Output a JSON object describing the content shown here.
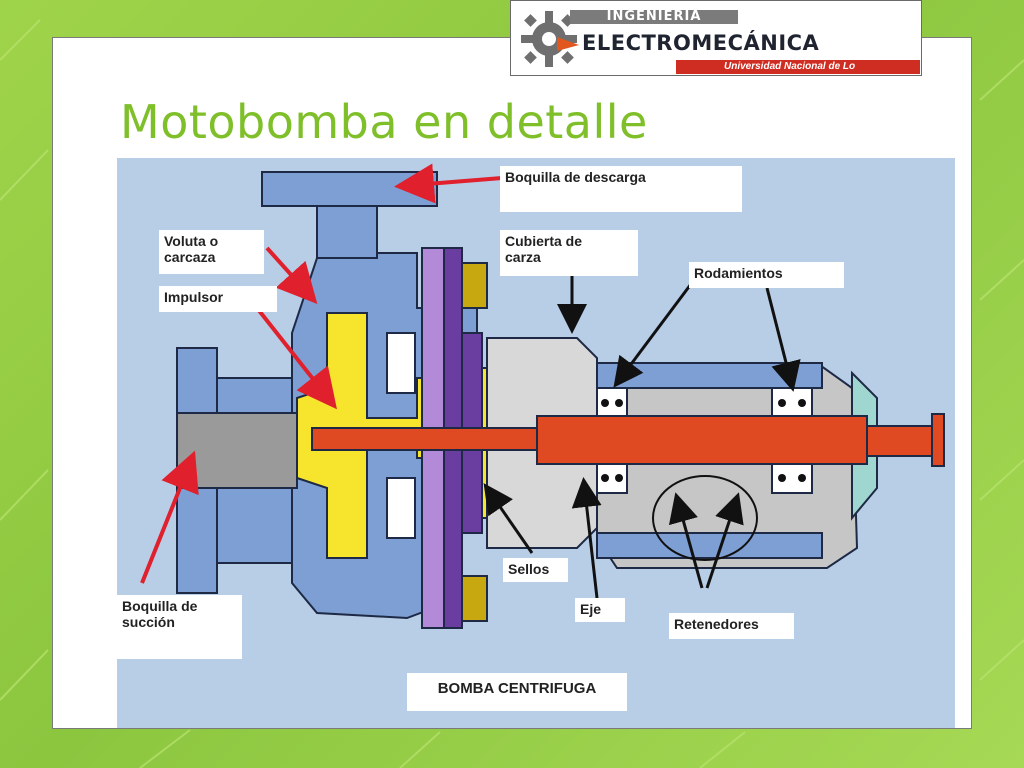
{
  "slide": {
    "title": "Motobomba en detalle"
  },
  "logo": {
    "line_top": "INGENIERIA",
    "line_main": "ELECTROMECÁNICA",
    "strip_text": "Universidad Nacional de Lo"
  },
  "diagram": {
    "caption": "BOMBA CENTRIFUGA",
    "labels": {
      "boquilla_descarga": "Boquilla de descarga",
      "voluta": "Voluta o\ncarcaza",
      "impulsor": "Impulsor",
      "cubierta": "Cubierta de\ncarza",
      "rodamientos": "Rodamientos",
      "boquilla_succion": "Boquilla de\nsucción",
      "sellos": "Sellos",
      "eje": "Eje",
      "retenedores": "Retenedores"
    },
    "colors": {
      "background": "#b8cde6",
      "casing": "#7d9fd4",
      "impeller": "#f6e52c",
      "shaft": "#e04a22",
      "seal": "#6a3ea0",
      "bolt": "#c8a810",
      "arrow": "#e0202c",
      "suction_bore": "#9a9a9a"
    }
  }
}
